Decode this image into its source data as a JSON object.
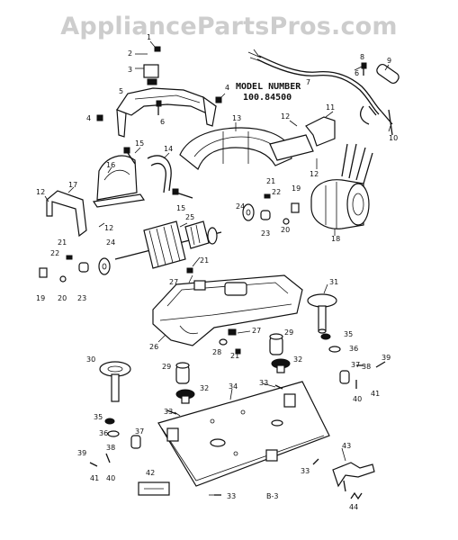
{
  "watermark": "AppliancePartsPros.com",
  "model": {
    "heading": "MODEL NUMBER",
    "number": "100.84500"
  },
  "page_label": "B-3",
  "callouts": {
    "c1": "1",
    "c2": "2",
    "c3": "3",
    "c4a": "4",
    "c4b": "4",
    "c5": "5",
    "c6a": "6",
    "c6b": "6",
    "c7": "7",
    "c8": "8",
    "c9": "9",
    "c10": "10",
    "c11": "11",
    "c12a": "12",
    "c12b": "12",
    "c12c": "12",
    "c12d": "12",
    "c13": "13",
    "c14": "14",
    "c15a": "15",
    "c15b": "15",
    "c16": "16",
    "c17": "17",
    "c18": "18",
    "c19a": "19",
    "c19b": "19",
    "c20a": "20",
    "c20b": "20",
    "c21a": "21",
    "c21b": "21",
    "c21c": "21",
    "c21d": "21",
    "c22a": "22",
    "c22b": "22",
    "c23a": "23",
    "c23b": "23",
    "c24a": "24",
    "c24b": "24",
    "c25": "25",
    "c26": "26",
    "c27a": "27",
    "c27b": "27",
    "c28": "28",
    "c29a": "29",
    "c29b": "29",
    "c30": "30",
    "c31": "31",
    "c32a": "32",
    "c32b": "32",
    "c33a": "33",
    "c33b": "33",
    "c33c": "33",
    "c33d": "33",
    "c34": "34",
    "c35a": "35",
    "c35b": "35",
    "c36a": "36",
    "c36b": "36",
    "c37a": "37",
    "c37b": "37",
    "c38a": "38",
    "c38b": "38",
    "c39a": "39",
    "c39b": "39",
    "c40a": "40",
    "c40b": "40",
    "c41a": "41",
    "c41b": "41",
    "c42": "42",
    "c43": "43",
    "c44": "44"
  }
}
